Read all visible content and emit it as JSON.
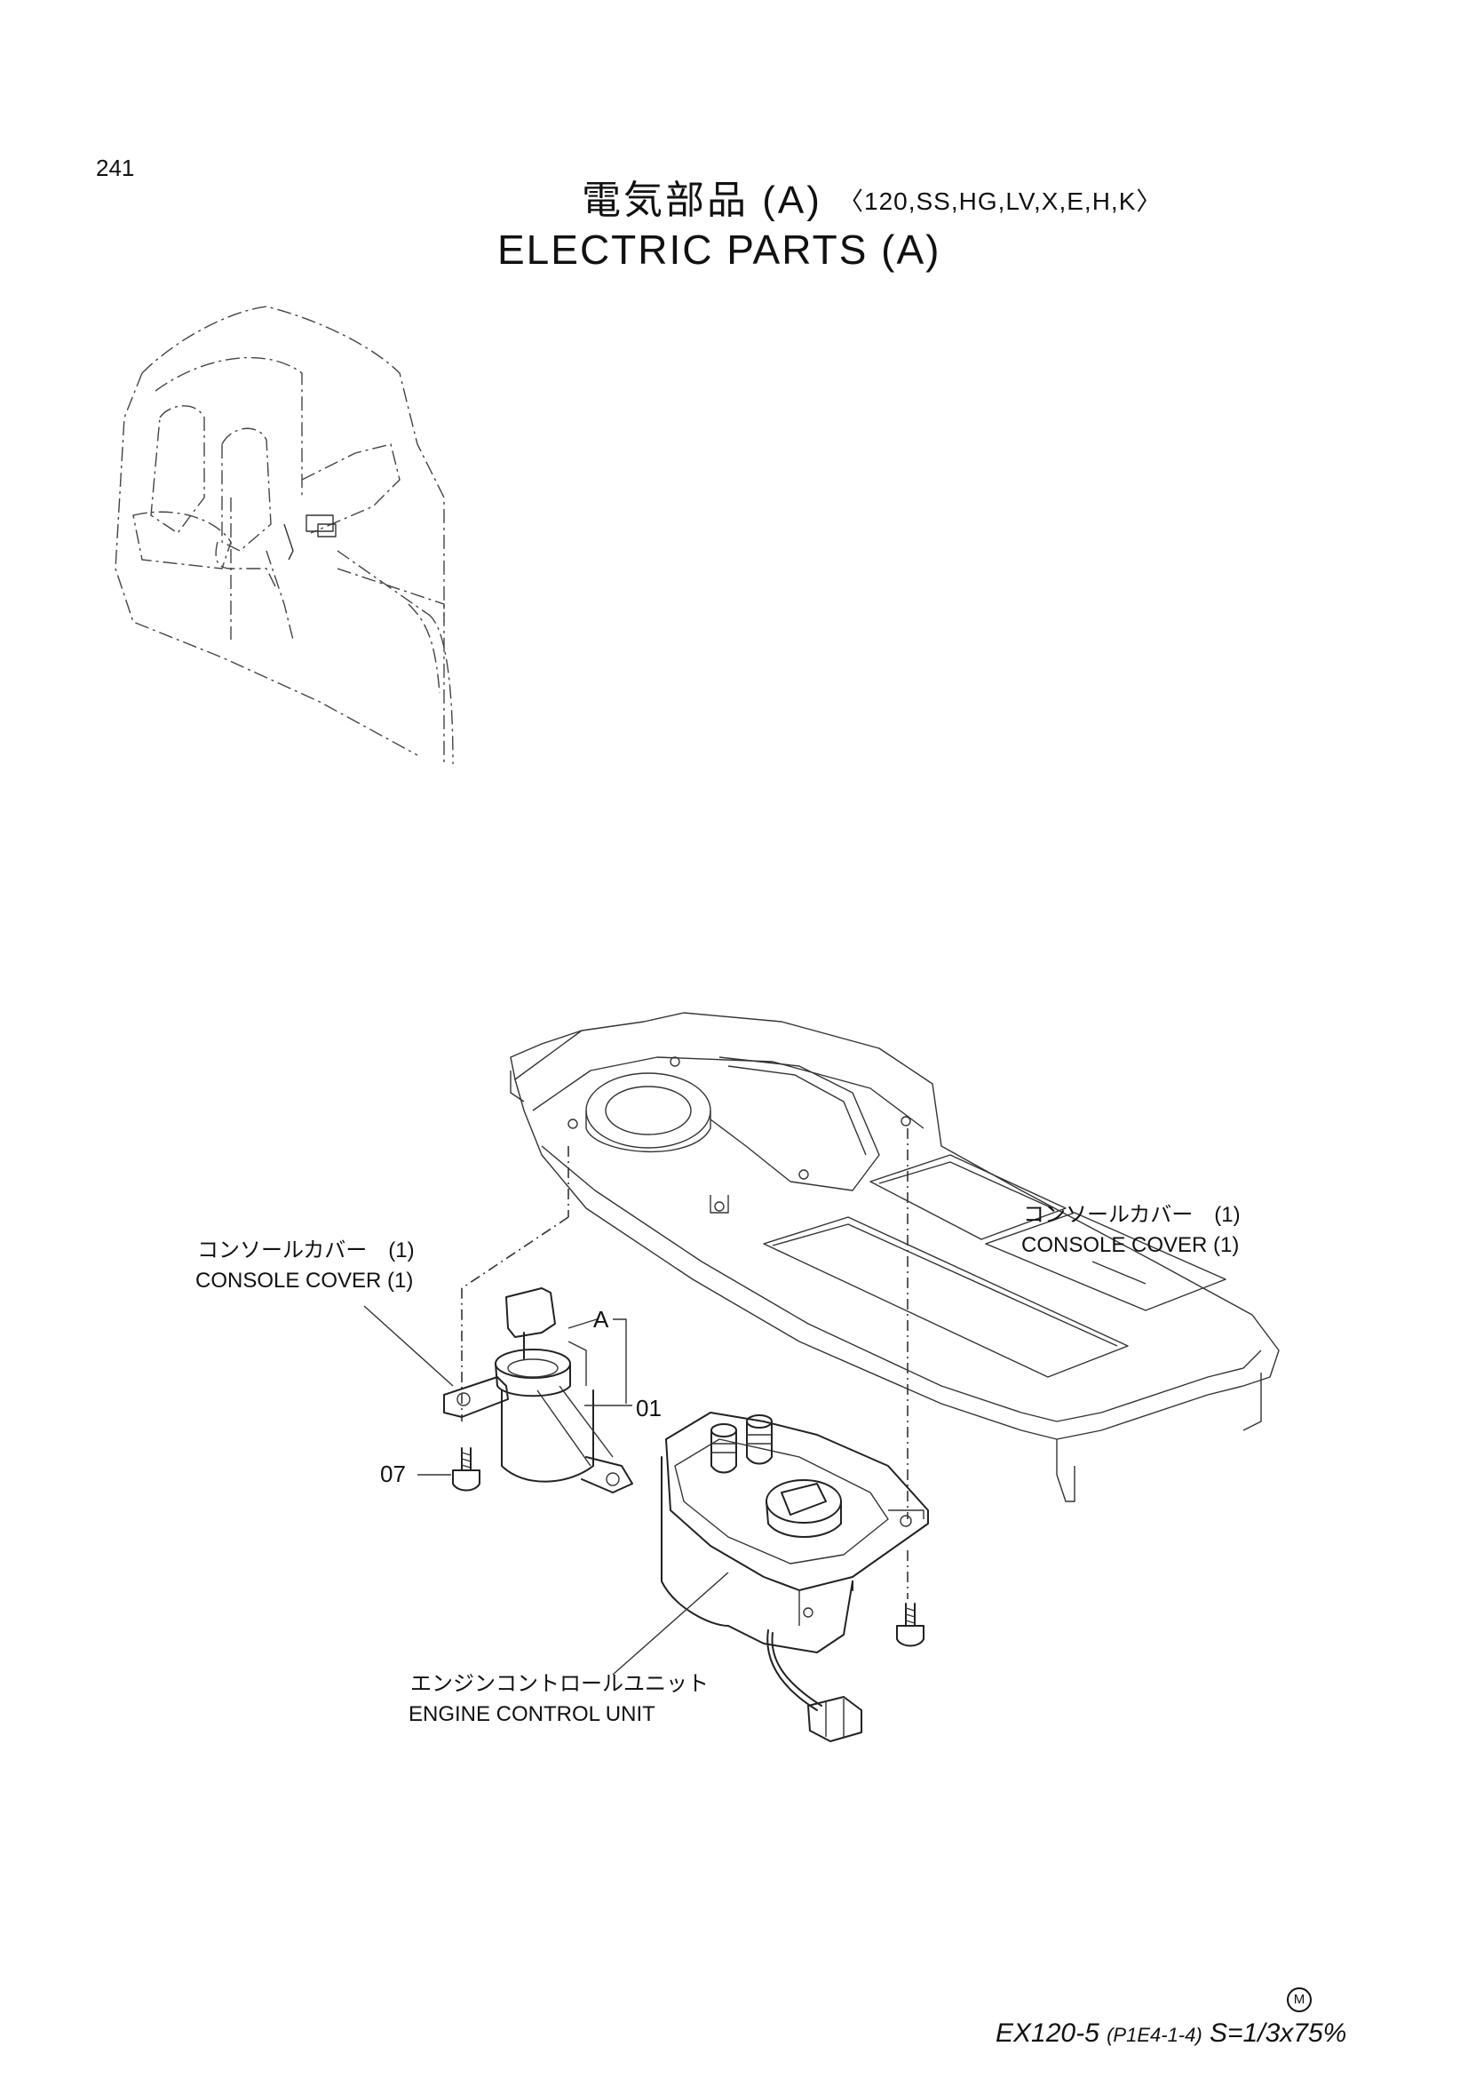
{
  "page": {
    "number": "241",
    "title_jp": "電気部品 (A)",
    "title_jp_variants": "〈120,SS,HG,LV,X,E,H,K〉",
    "title_en": "ELECTRIC PARTS (A)"
  },
  "labels": {
    "console_cover_left_jp": "コンソールカバー　(1)",
    "console_cover_left_en": "CONSOLE COVER (1)",
    "console_cover_right_jp": "コンソールカバー　(1)",
    "console_cover_right_en": "CONSOLE COVER (1)",
    "engine_control_unit_jp": "エンジンコントロールユニット",
    "engine_control_unit_en": "ENGINE CONTROL UNIT",
    "callout_a": "A",
    "callout_01": "01",
    "callout_07": "07"
  },
  "footer": {
    "scale_mark": "M",
    "model": "EX120-5",
    "model_ref": "(P1E4-1-4)",
    "scale": "S=1/3x75%"
  },
  "icons": {
    "cab_view": "excavator-cab-icon",
    "key_switch": "key-switch-icon",
    "console": "console-cover-icon",
    "ecu": "engine-control-unit-icon",
    "bolt": "bolt-icon",
    "scale_mark": "circled-m-icon"
  }
}
